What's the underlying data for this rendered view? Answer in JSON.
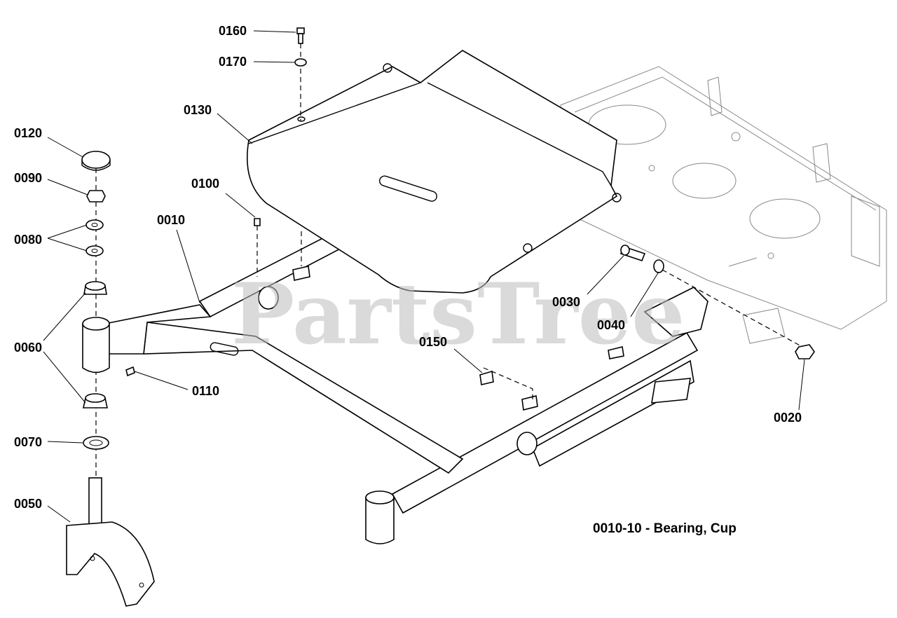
{
  "watermark": "PartsTree",
  "note": "0010-10 - Bearing, Cup",
  "callouts": {
    "c0160": "0160",
    "c0170": "0170",
    "c0130": "0130",
    "c0120": "0120",
    "c0090": "0090",
    "c0100": "0100",
    "c0010": "0010",
    "c0080": "0080",
    "c0030": "0030",
    "c0040": "0040",
    "c0060": "0060",
    "c0150": "0150",
    "c0110": "0110",
    "c0020": "0020",
    "c0070": "0070",
    "c0050": "0050"
  }
}
